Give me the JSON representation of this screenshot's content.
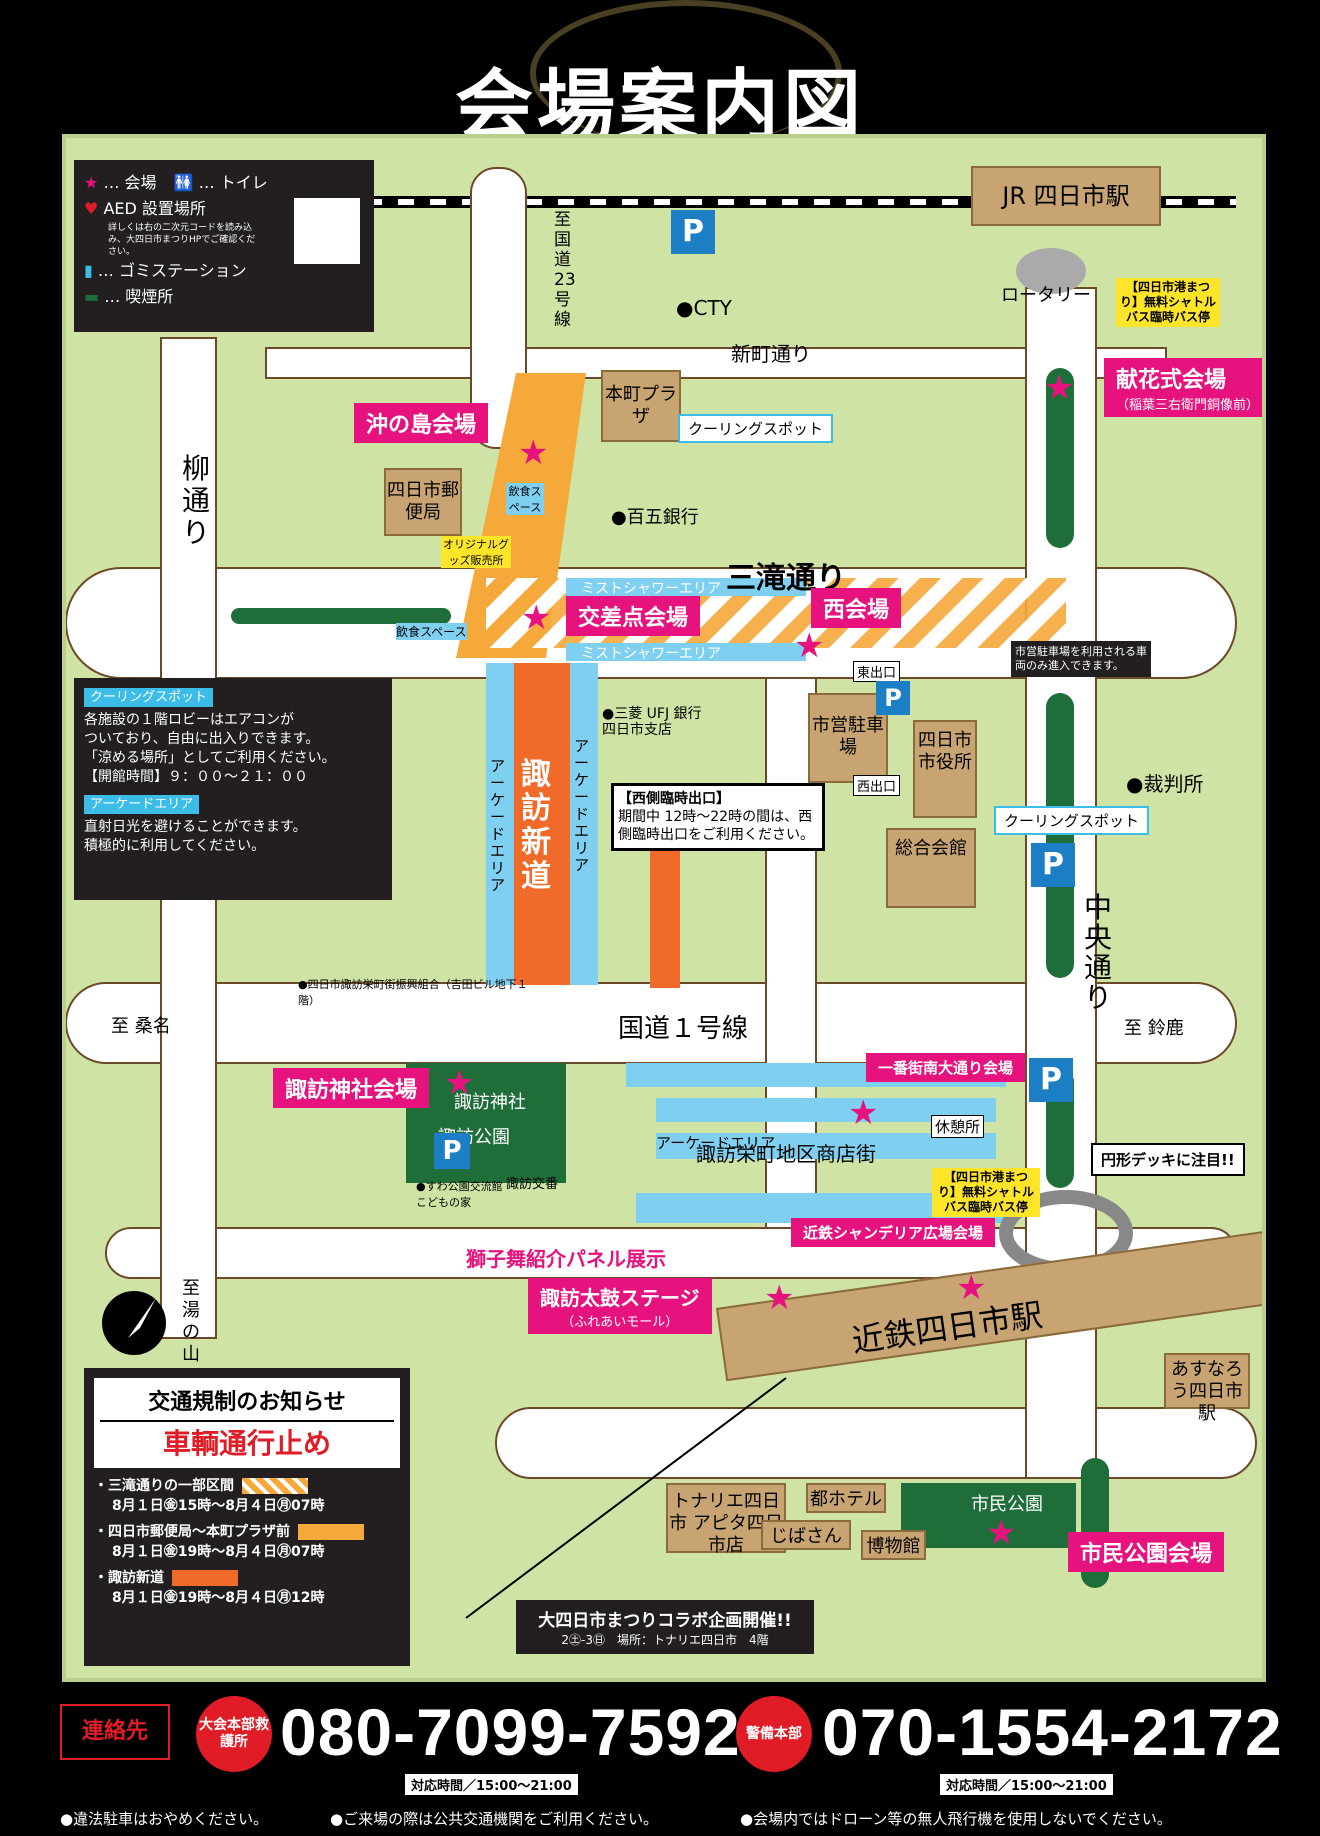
{
  "title": "会場案内図",
  "legend": {
    "venue": "… 会場",
    "toilet": "… トイレ",
    "aed": "AED 設置場所",
    "aed_note": "詳しくは右の二次元コードを読み込み、大四日市まつりHPでご確認ください。",
    "trash": "… ゴミステーション",
    "smoking": "… 喫煙所"
  },
  "places": {
    "jr_station": "JR 四日市駅",
    "rotary": "ロータリー",
    "cty": "●CTY",
    "route23": "至 国道23号線",
    "shinmachi": "新町通り",
    "yanagi": "柳通り",
    "honmachi": "本町プラザ",
    "post_office": "四日市郵便局",
    "hyakugo": "●百五銀行",
    "goods": "オリジナルグッズ販売所",
    "eat1": "飲食スペース",
    "eat2": "飲食スペース",
    "mitaki": "三滝通り",
    "mist1": "ミストシャワーエリア",
    "mist2": "ミストシャワーエリア",
    "mufg": "●三菱 UFJ 銀行 四日市支店",
    "suwa_shindo": "諏訪新道",
    "arcade1": "アーケードエリア",
    "arcade2": "アーケードエリア",
    "arcade3": "アーケードエリア",
    "parking_city": "市営駐車場",
    "east_exit": "東出口",
    "west_exit": "西出口",
    "city_hall": "四日市市役所",
    "sogo": "総合会館",
    "court": "●裁判所",
    "chuo": "中央通り",
    "route1": "国道１号線",
    "to_kuwana": "至 桑名",
    "to_suzuka": "至 鈴鹿",
    "to_yunoyama": "至 湯の山",
    "suwa_shrine": "諏訪神社",
    "suwa_park": "諏訪公園",
    "kotoban": "諏訪交番",
    "kodomo": "●すわ公園交流館こどもの家",
    "shotengai": "諏訪栄町地区商店街",
    "kyukei": "休憩所",
    "kintetsu": "近鉄四日市駅",
    "asunarou": "あすなろう四日市駅",
    "tonarie": "トナリエ四日市 アピタ四日市店",
    "miyako": "都ホテル",
    "jibasan": "じばさん",
    "museum": "博物館",
    "citizens_park": "市民公園",
    "shoeikai": "●四日市諏訪栄町街振興組合（吉田ビル地下１階）"
  },
  "venues": {
    "okinoshima": "沖の島会場",
    "kosaten": "交差点会場",
    "nishi": "西会場",
    "kenka": "献花式会場",
    "kenka_sub": "（稲葉三右衛門銅像前）",
    "suwa_jinja": "諏訪神社会場",
    "bangai": "一番街南大通り会場",
    "kintetsu_chandelier": "近鉄シャンデリア広場会場",
    "shishimai": "獅子舞紹介パネル展示",
    "taiko": "諏訪太鼓ステージ",
    "taiko_sub": "（ふれあいモール）",
    "shimin": "市民公園会場"
  },
  "callouts": {
    "cooling1": "クーリングスポット",
    "cooling2": "クーリングスポット",
    "shuttle1": "【四日市港まつり】無料シャトルバス臨時バス停",
    "shuttle2": "【四日市港まつり】無料シャトルバス臨時バス停",
    "parking_note": "市営駐車場を利用される車両のみ進入できます。",
    "west_gate_title": "【西側臨時出口】",
    "west_gate_body": "期間中 12時～22時の間は、西側臨時出口をご利用ください。",
    "deck": "円形デッキに注目!!",
    "collab": "大四日市まつりコラボ企画開催!!",
    "collab_sub": "2㊏-3㊐　場所：トナリエ四日市　4階"
  },
  "info": {
    "cooling_title": "クーリングスポット",
    "cooling_body1": "各施設の１階ロビーはエアコンが",
    "cooling_body2": "ついており、自由に出入りできます。",
    "cooling_body3": "「涼める場所」としてご利用ください。",
    "cooling_body4": "【開館時間】９：００～２１：００",
    "arcade_title": "アーケードエリア",
    "arcade_body1": "直射日光を避けることができます。",
    "arcade_body2": "積極的に利用してください。"
  },
  "traffic": {
    "title": "交通規制のお知らせ",
    "subtitle": "車輌通行止め",
    "r1_name": "・三滝通りの一部区間",
    "r1_time": "8月１日㊎15時～8月４日㊊07時",
    "r2_name": "・四日市郵便局～本町プラザ前",
    "r2_time": "8月１日㊎19時～8月４日㊊07時",
    "r3_name": "・諏訪新道",
    "r3_time": "8月１日㊎19時～8月４日㊊12時"
  },
  "footer": {
    "contact": "連絡先",
    "hq": "大会本部救護所",
    "phone1": "080-7099-7592",
    "hours1": "対応時間／15:00～21:00",
    "security": "警備本部",
    "phone2": "070-1554-2172",
    "hours2": "対応時間／15:00～21:00",
    "note1": "●違法駐車はおやめください。",
    "note2": "●ご来場の際は公共交通機関をご利用ください。",
    "note3": "●会場内ではドローン等の無人飛行機を使用しないでください。"
  },
  "parking_label": "P",
  "colors": {
    "map_bg": "#cfe3a4",
    "road": "#ffffff",
    "pink": "#e6137e",
    "orange": "#f5a93b",
    "red_orange": "#f06a2a",
    "light_blue": "#7fd0f0",
    "building": "#c8a472",
    "park": "#1f6e3a",
    "parking": "#1c7fc5"
  }
}
